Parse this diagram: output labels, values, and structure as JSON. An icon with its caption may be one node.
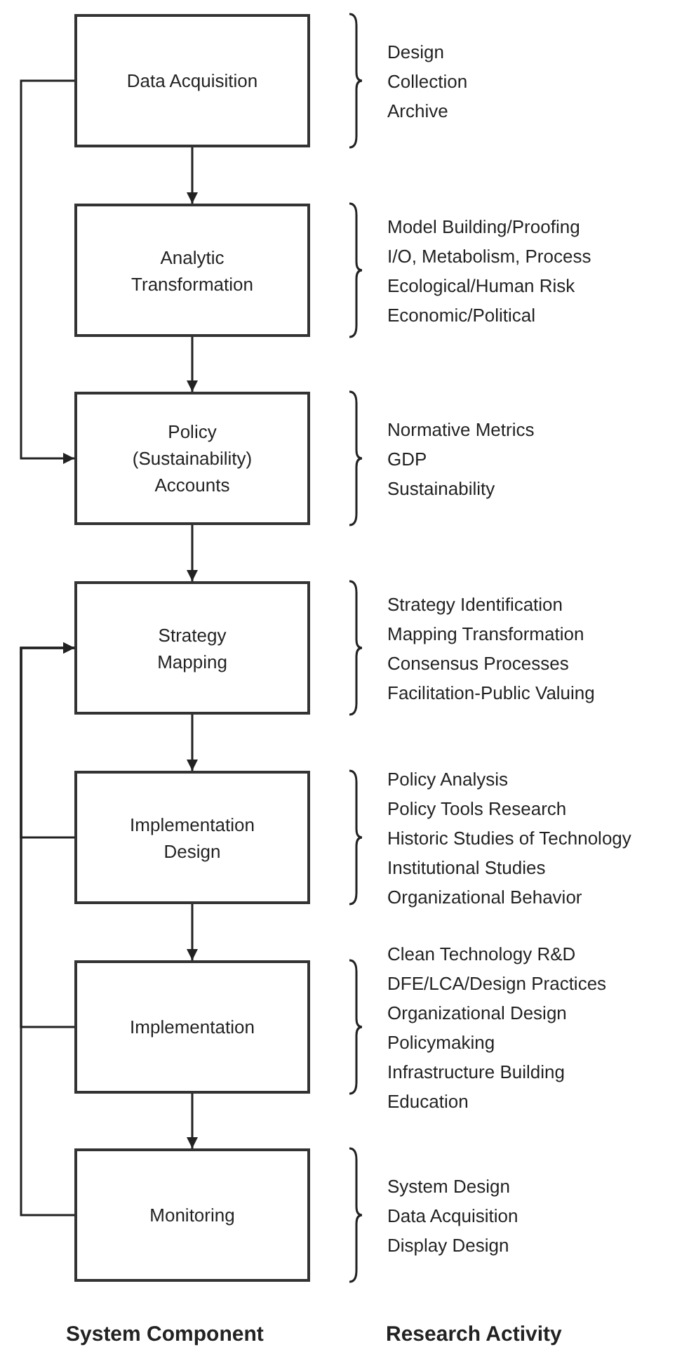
{
  "diagram": {
    "nodes": [
      {
        "text": [
          "Data Acquisition"
        ],
        "beside": [
          "Design",
          "Collection",
          "Archive"
        ]
      },
      {
        "text": [
          "Analytic Transformation"
        ],
        "beside": [
          "Model Building/Proofing",
          "I/O, Metabolism, Process",
          "Ecological/Human Risk",
          "Economic/Political"
        ]
      },
      {
        "text": [
          "Policy (Sustainability) Accounts"
        ],
        "beside": [
          "Normative Metrics",
          "GDP",
          "Sustainability"
        ]
      },
      {
        "text": [
          "Strategy Mapping"
        ],
        "beside": [
          "Strategy Identification",
          "Mapping Transformation",
          "Consensus Processes",
          "Facilitation-Public Valuing"
        ]
      },
      {
        "text": [
          "Implementation Design"
        ],
        "beside": [
          "Policy Analysis",
          "Policy Tools Research",
          "Historic Studies of Technology",
          "Institutional Studies",
          "Organizational Behavior"
        ]
      },
      {
        "text": [
          "Implementation"
        ],
        "beside": [
          "Clean Technology R&D",
          "DFE/LCA/Design Practices",
          "Organizational Design",
          "Policymaking",
          "Infrastructure Building",
          "Education"
        ]
      },
      {
        "text": [
          "Monitoring"
        ],
        "beside": [
          "System Design",
          "Data Acquisition",
          "Display Design"
        ]
      }
    ],
    "edges": [
      {
        "from": 0,
        "to": 1,
        "arrow": "to"
      },
      {
        "from": 1,
        "to": 2,
        "arrow": "to"
      },
      {
        "from": 0,
        "to": 2,
        "arrow": "to"
      },
      {
        "from": 2,
        "to": 3,
        "arrow": "to"
      },
      {
        "from": 3,
        "to": 4,
        "arrow": "to"
      },
      {
        "from": 4,
        "to": 5,
        "arrow": "to"
      },
      {
        "from": 5,
        "to": 6,
        "arrow": "to"
      },
      {
        "from": 4,
        "to": 3,
        "arrow": "to"
      },
      {
        "from": 5,
        "to": 3,
        "arrow": "to"
      },
      {
        "from": 6,
        "to": 3,
        "arrow": "to"
      }
    ],
    "labels": [
      "System Component",
      "Research Activity"
    ]
  }
}
